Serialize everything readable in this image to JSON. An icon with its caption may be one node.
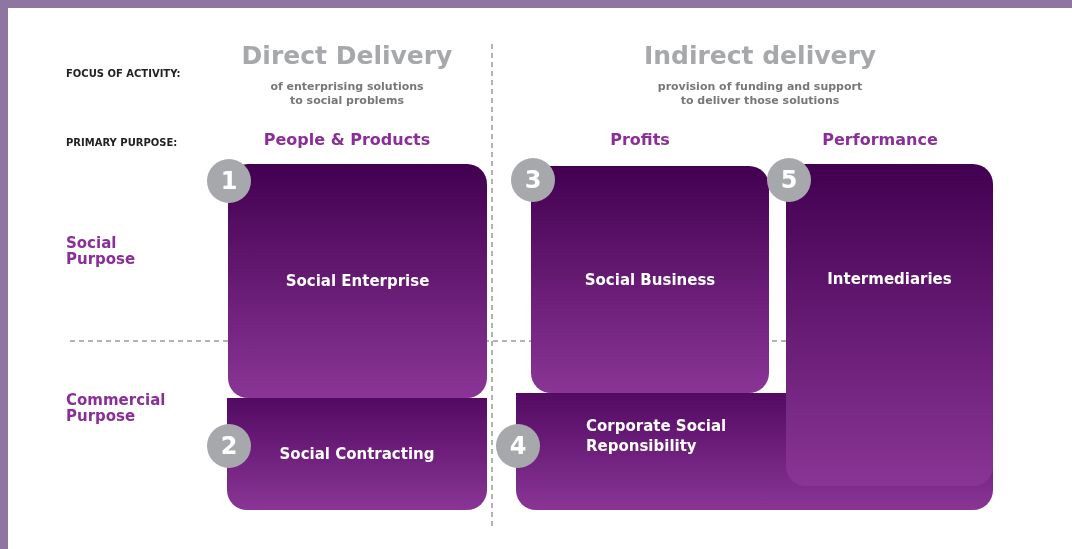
{
  "diagram": {
    "nodes": [
      {
        "text": [
          "1",
          "Social Enterprise"
        ]
      },
      {
        "text": [
          "3",
          "Social Business"
        ]
      },
      {
        "text": [
          "5",
          "Intermediaries"
        ]
      },
      {
        "text": [
          "2",
          "Social Contracting"
        ]
      },
      {
        "text": [
          "4",
          "Corporate Social Reponsibility"
        ]
      }
    ],
    "labels": [
      "FOCUS OF ACTIVITY:",
      "Direct Delivery",
      "Indirect delivery",
      "of enterprising solutions to social problems",
      "provision of funding and support to deliver those solutions",
      "PRIMARY PURPOSE:",
      "People & Products",
      "Profits",
      "Performance",
      "Social Purpose",
      "Commercial Purpose"
    ]
  }
}
